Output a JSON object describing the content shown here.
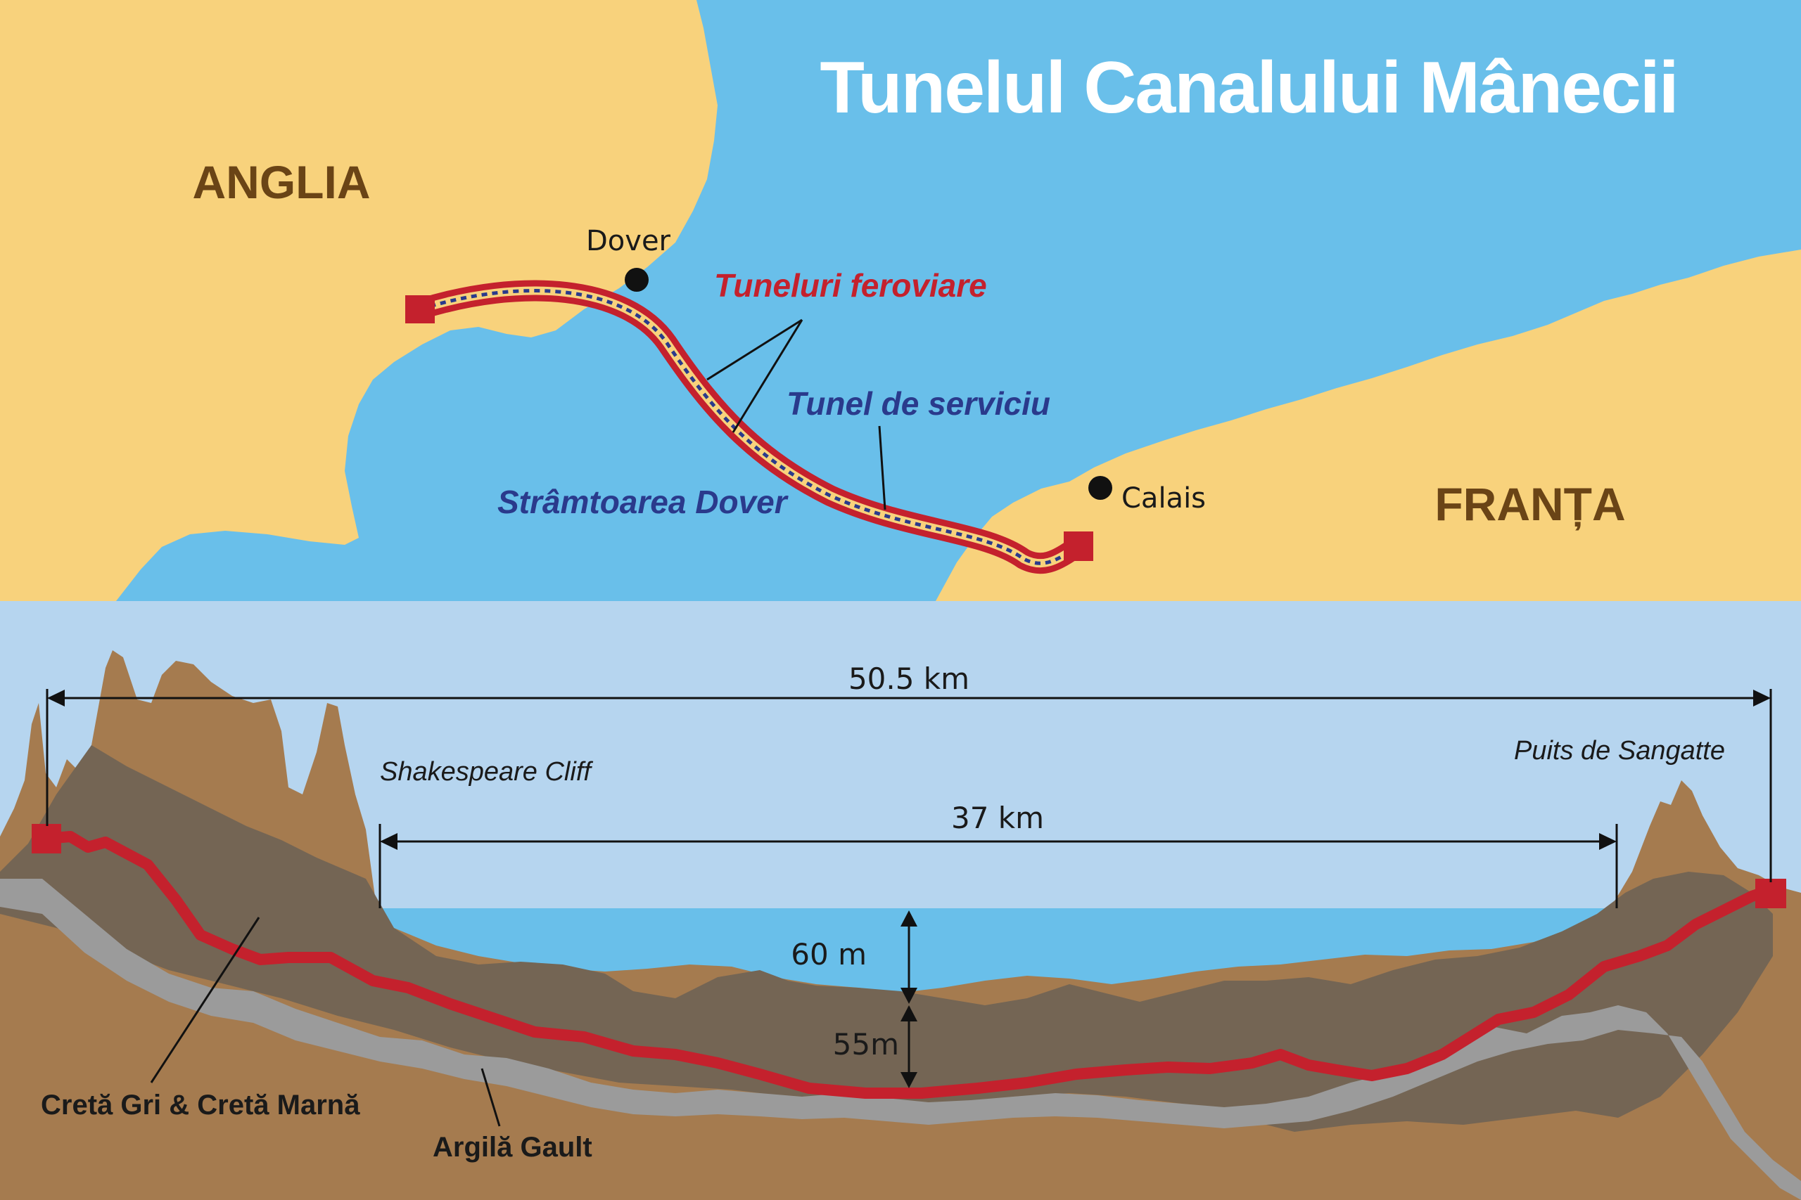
{
  "title": "Tunelul Canalului Mânecii",
  "map": {
    "country_left": "ANGLIA",
    "country_right": "FRANȚA",
    "city_dover": "Dover",
    "city_calais": "Calais",
    "label_rail": "Tuneluri feroviare",
    "label_service": "Tunel de serviciu",
    "label_strait": "Strâmtoarea Dover"
  },
  "profile": {
    "total_length": "50.5 km",
    "undersea_length": "37 km",
    "water_depth": "60 m",
    "tunnel_below_seabed": "55m",
    "place_left": "Shakespeare Cliff",
    "place_right": "Puits de Sangatte",
    "layer_chalk": "Cretă Gri & Cretă Marnă",
    "layer_clay": "Argilă Gault"
  },
  "colors": {
    "land": "#f8d27c",
    "sea": "#69bfea",
    "sky": "#b6d5ef",
    "earth": "#a57b4f",
    "chalk": "#746554",
    "clay": "#9b9b9b",
    "tunnel": "#c4212d",
    "country_text": "#6a4416"
  }
}
